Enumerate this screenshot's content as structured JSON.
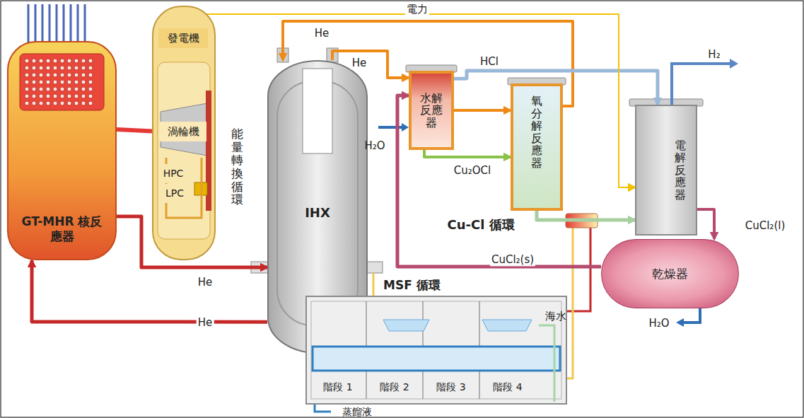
{
  "diagram": {
    "nodes": [
      {
        "text": [
          "GT-MHR 核反應器"
        ]
      },
      {
        "text": [
          "能量轉換循環"
        ]
      },
      {
        "text": [
          "發電機"
        ],
        "in": 1
      },
      {
        "text": [
          "渦輪機"
        ],
        "in": 1
      },
      {
        "text": [
          "HPC"
        ],
        "in": 1
      },
      {
        "text": [
          "LPC"
        ],
        "in": 1
      },
      {
        "text": [
          "IHX"
        ]
      },
      {
        "text": [
          "水解反應器"
        ]
      },
      {
        "text": [
          "氧分解反應器"
        ]
      },
      {
        "text": [
          "電解反應器"
        ]
      },
      {
        "text": [
          "乾燥器"
        ]
      },
      {
        "text": [
          "MSF 循環"
        ]
      },
      {
        "text": [
          "階段 1"
        ],
        "in": 11
      },
      {
        "text": [
          "階段 2"
        ],
        "in": 11
      },
      {
        "text": [
          "階段 3"
        ],
        "in": 11
      },
      {
        "text": [
          "階段 4"
        ],
        "in": 11
      }
    ],
    "edges": [
      {
        "from": 0,
        "to": 3,
        "arrow": "to"
      },
      {
        "from": 0,
        "to": 6,
        "label": "He",
        "arrow": "to"
      },
      {
        "from": 6,
        "to": 0,
        "label": "He",
        "arrow": "to"
      },
      {
        "from": 6,
        "to": 7,
        "label": "He",
        "arrow": "to"
      },
      {
        "from": 8,
        "to": 6,
        "label": "He",
        "arrow": "to"
      },
      {
        "from": 7,
        "to": 8,
        "label": "Cu₂OCl",
        "arrow": "to"
      },
      {
        "from": 7,
        "to": 8,
        "arrow": "to"
      },
      {
        "from": 7,
        "to": 9,
        "label": "HCl",
        "arrow": "to"
      },
      {
        "from": 2,
        "to": 9,
        "label": "電力",
        "arrow": "to"
      },
      {
        "from": 8,
        "to": 9,
        "arrow": "to"
      },
      {
        "from": 9,
        "to": 10,
        "label": "CuCl₂(l)",
        "arrow": "to"
      },
      {
        "from": 10,
        "to": 7,
        "label": "CuCl₂(s)",
        "arrow": "to"
      }
    ],
    "labels": [
      "H₂",
      "H₂O",
      "Cu-Cl 循環",
      "H₂O",
      "海水",
      "蒸餾液"
    ]
  }
}
